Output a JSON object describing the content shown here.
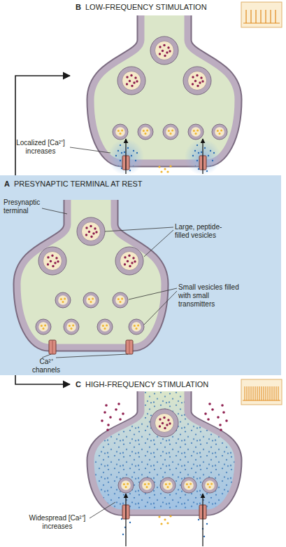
{
  "diagram": {
    "nodes": [
      {
        "text": [
          "B",
          "LOW-FREQUENCY STIMULATION"
        ]
      },
      {
        "text": [
          "A",
          "PRESYNAPTIC TERMINAL AT REST"
        ]
      },
      {
        "text": [
          "C",
          "HIGH-FREQUENCY STIMULATION"
        ]
      }
    ],
    "edges": [
      {
        "from": 1,
        "to": 0,
        "arrow": "to"
      },
      {
        "from": 1,
        "to": 2,
        "arrow": "to"
      }
    ],
    "labels": [
      "Localized [Ca²⁺] increases",
      "Presynaptic terminal",
      "Large, peptide-filled vesicles",
      "Small vesicles filled with small transmitters",
      "Ca²⁺ channels",
      "Widespread [Ca²⁺] increases"
    ]
  }
}
